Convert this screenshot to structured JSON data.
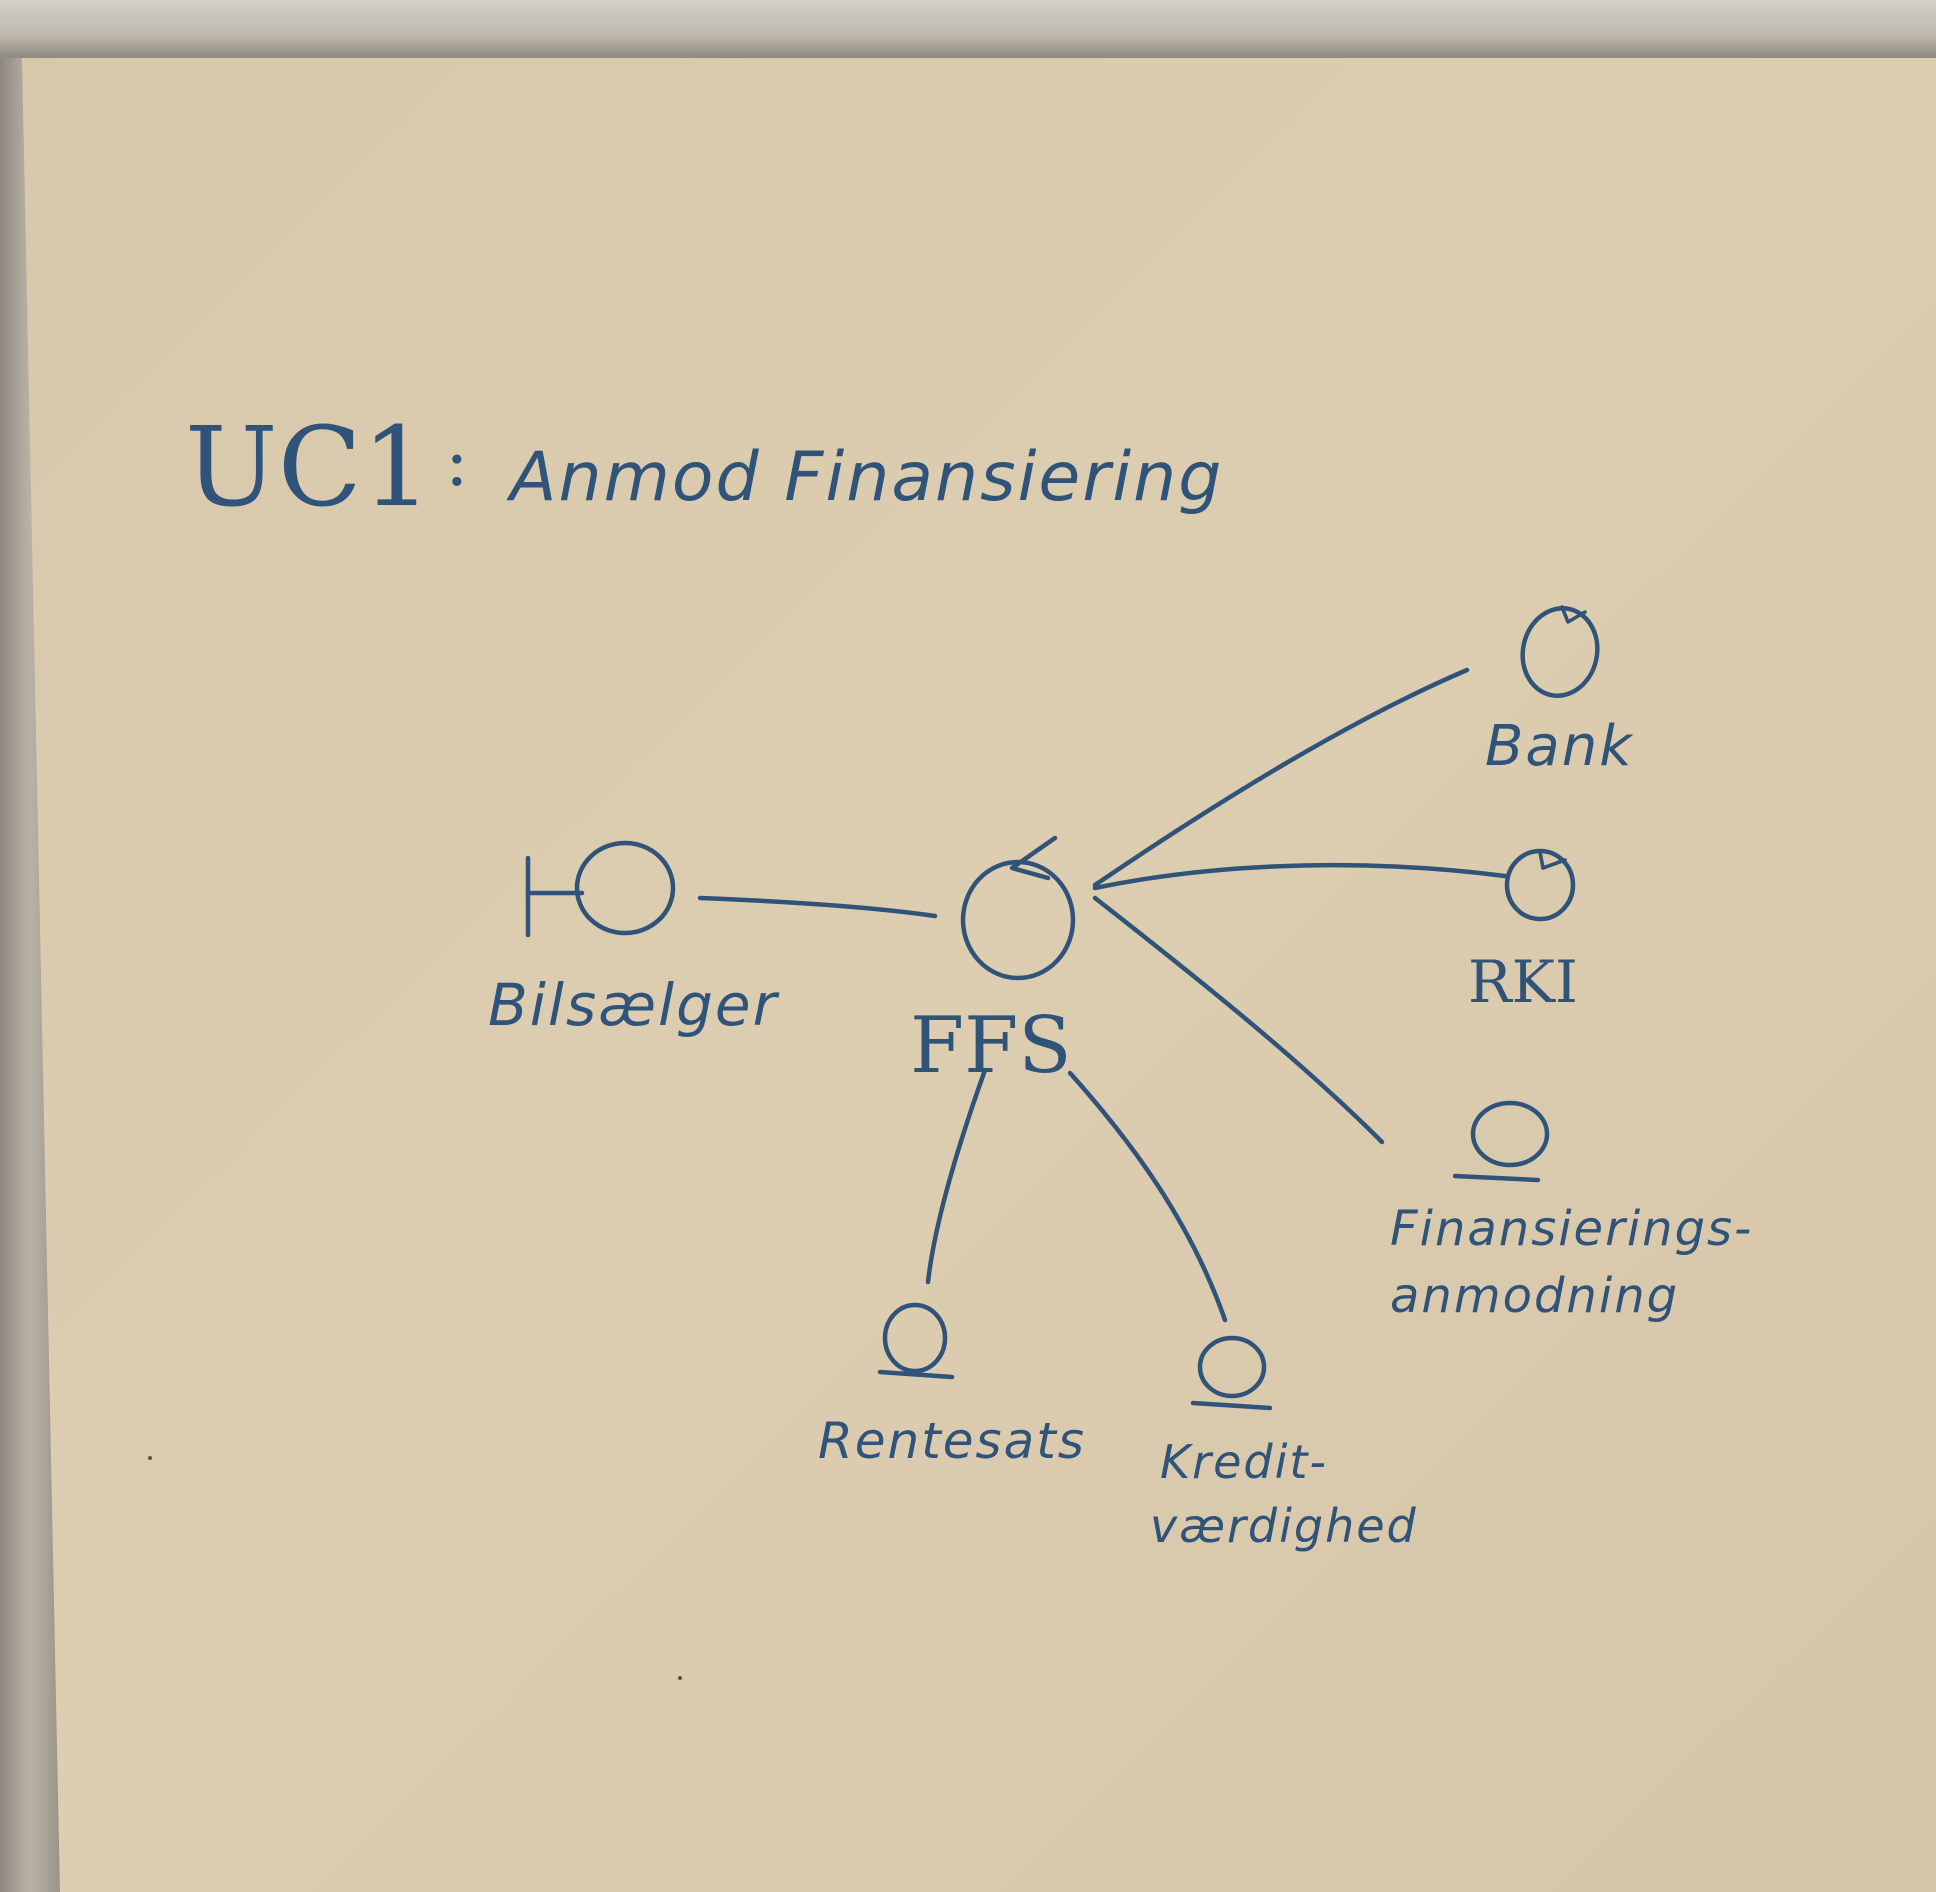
{
  "title": {
    "code": "UC1",
    "separator": ":",
    "name": "Anmod Finansiering"
  },
  "nodes": {
    "primary_actor": "Bilsælger",
    "system": "FFS",
    "bank": "Bank",
    "rki": "RKI",
    "financing_request": [
      "Finansierings-",
      "anmodning"
    ],
    "interest_rate": "Rentesats",
    "creditworthiness": [
      "Kredit-",
      "værdighed"
    ]
  },
  "colors": {
    "ink": "#2f5379",
    "board": "#dccdb1",
    "frame": "#c9c4bb"
  }
}
